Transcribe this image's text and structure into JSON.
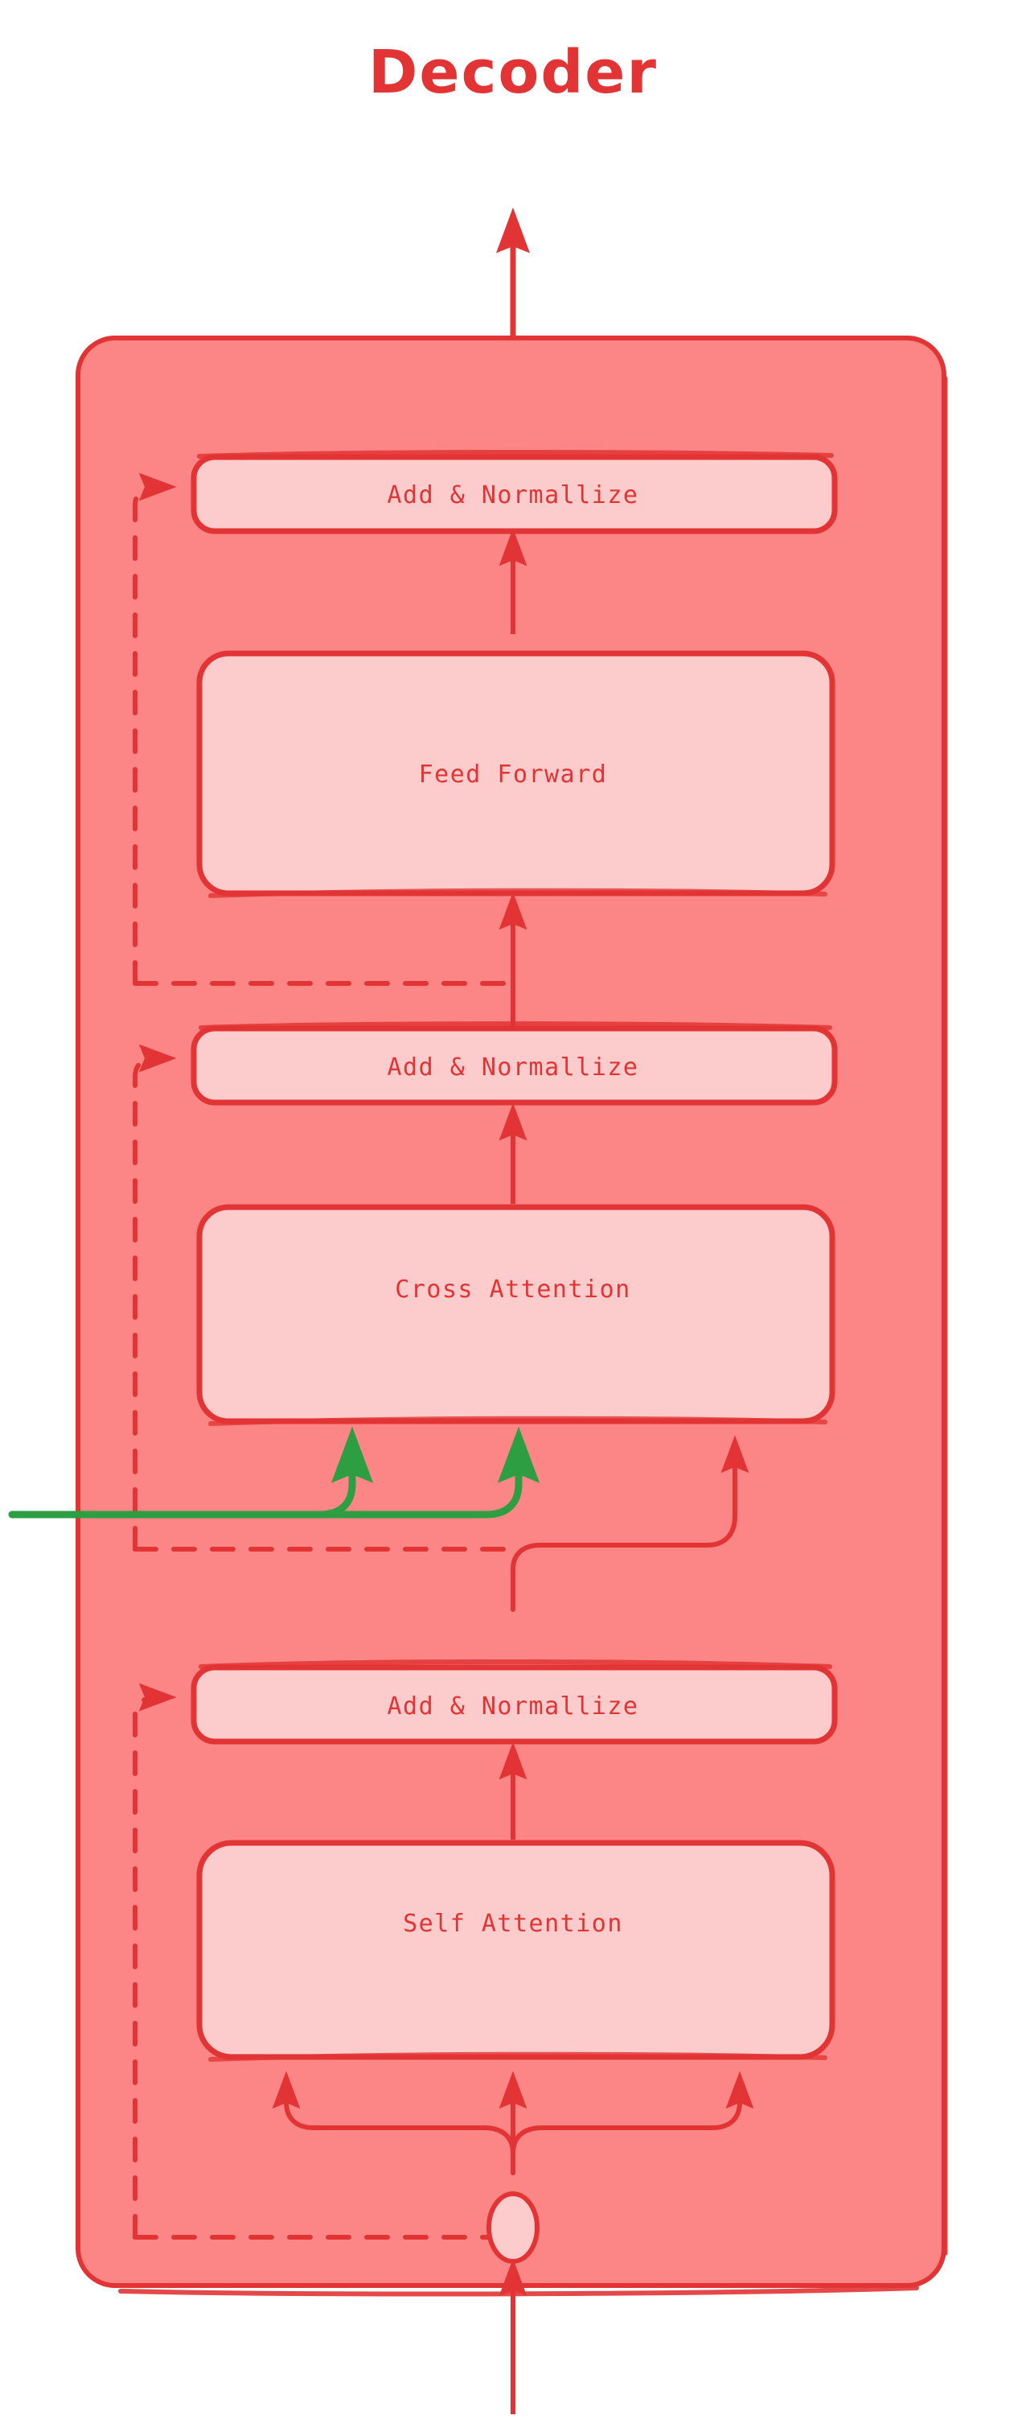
{
  "title": "Decoder",
  "colors": {
    "accent_red": "#E23434",
    "container_fill": "#FC8585",
    "box_fill": "#FCCBCB",
    "green_flow": "#2E9E42",
    "background": "#FFFFFF"
  },
  "container": {
    "name": "decoder-block"
  },
  "blocks": [
    {
      "id": "add-norm-top",
      "label": "Add & Normallize",
      "kind": "add-norm"
    },
    {
      "id": "feed-forward",
      "label": "Feed Forward",
      "kind": "sublayer"
    },
    {
      "id": "add-norm-middle",
      "label": "Add & Normallize",
      "kind": "add-norm"
    },
    {
      "id": "cross-attention",
      "label": "Cross Attention",
      "kind": "sublayer"
    },
    {
      "id": "add-norm-bottom",
      "label": "Add & Normallize",
      "kind": "add-norm"
    },
    {
      "id": "self-attention",
      "label": "Self Attention",
      "kind": "sublayer"
    }
  ],
  "nodes": [
    {
      "id": "input-node",
      "label": "",
      "shape": "circle"
    }
  ],
  "edges": [
    {
      "id": "output-arrow",
      "from": "add-norm-top",
      "to": "output",
      "style": "solid",
      "color": "#E23434"
    },
    {
      "id": "ff-to-addnorm-top",
      "from": "feed-forward",
      "to": "add-norm-top",
      "style": "solid",
      "color": "#E23434"
    },
    {
      "id": "residual-ff",
      "from": "add-norm-middle",
      "to": "add-norm-top",
      "style": "dashed",
      "color": "#E23434"
    },
    {
      "id": "addnorm-mid-to-ff",
      "from": "add-norm-middle",
      "to": "feed-forward",
      "style": "solid",
      "color": "#E23434"
    },
    {
      "id": "cross-to-addnorm-mid",
      "from": "cross-attention",
      "to": "add-norm-middle",
      "style": "solid",
      "color": "#E23434"
    },
    {
      "id": "residual-cross",
      "from": "add-norm-bottom",
      "to": "add-norm-middle",
      "style": "dashed",
      "color": "#E23434"
    },
    {
      "id": "encoder-key-arrow",
      "from": "encoder-output",
      "to": "cross-attention",
      "style": "solid",
      "color": "#2E9E42"
    },
    {
      "id": "encoder-value-arrow",
      "from": "encoder-output",
      "to": "cross-attention",
      "style": "solid",
      "color": "#2E9E42"
    },
    {
      "id": "query-arrow",
      "from": "add-norm-bottom",
      "to": "cross-attention",
      "style": "solid",
      "color": "#E23434"
    },
    {
      "id": "selfattn-to-addnorm",
      "from": "self-attention",
      "to": "add-norm-bottom",
      "style": "solid",
      "color": "#E23434"
    },
    {
      "id": "residual-self",
      "from": "input-node",
      "to": "add-norm-bottom",
      "style": "dashed",
      "color": "#E23434"
    },
    {
      "id": "qkv-left-arrow",
      "from": "input-node",
      "to": "self-attention",
      "style": "solid",
      "color": "#E23434"
    },
    {
      "id": "qkv-center-arrow",
      "from": "input-node",
      "to": "self-attention",
      "style": "solid",
      "color": "#E23434"
    },
    {
      "id": "qkv-right-arrow",
      "from": "input-node",
      "to": "self-attention",
      "style": "solid",
      "color": "#E23434"
    },
    {
      "id": "input-arrow",
      "from": "input",
      "to": "input-node",
      "style": "solid",
      "color": "#E23434"
    }
  ]
}
